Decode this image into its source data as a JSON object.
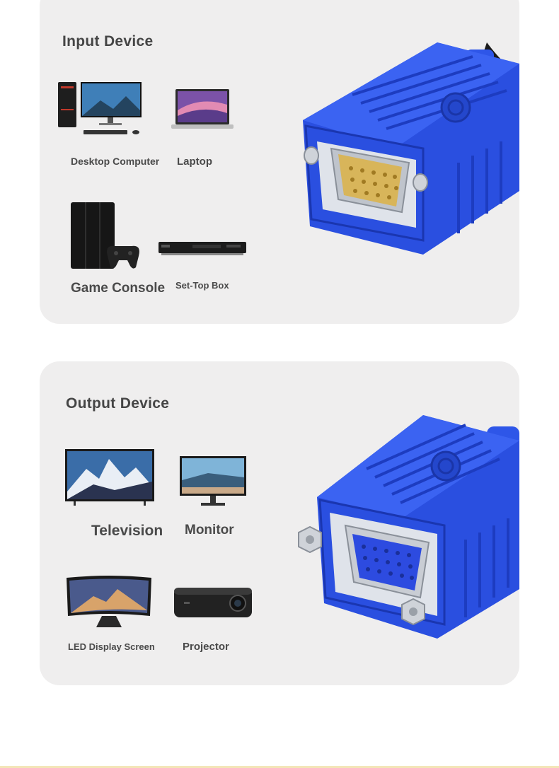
{
  "input_section": {
    "title": "Input Device",
    "devices": [
      {
        "label": "Desktop Computer",
        "icon": "desktop-computer-icon"
      },
      {
        "label": "Laptop",
        "icon": "laptop-icon"
      },
      {
        "label": "Game Console",
        "icon": "game-console-icon"
      },
      {
        "label": "Set-Top Box",
        "icon": "set-top-box-icon"
      }
    ],
    "connector": "vga-male-connector"
  },
  "output_section": {
    "title": "Output Device",
    "devices": [
      {
        "label": "Television",
        "icon": "television-icon"
      },
      {
        "label": "Monitor",
        "icon": "monitor-icon"
      },
      {
        "label": "LED Display Screen",
        "icon": "curved-display-icon"
      },
      {
        "label": "Projector",
        "icon": "projector-icon"
      }
    ],
    "connector": "vga-female-connector"
  },
  "colors": {
    "panel": "#efeeee",
    "connector_blue": "#2a4fe0",
    "label_text": "#4a4a4a"
  }
}
